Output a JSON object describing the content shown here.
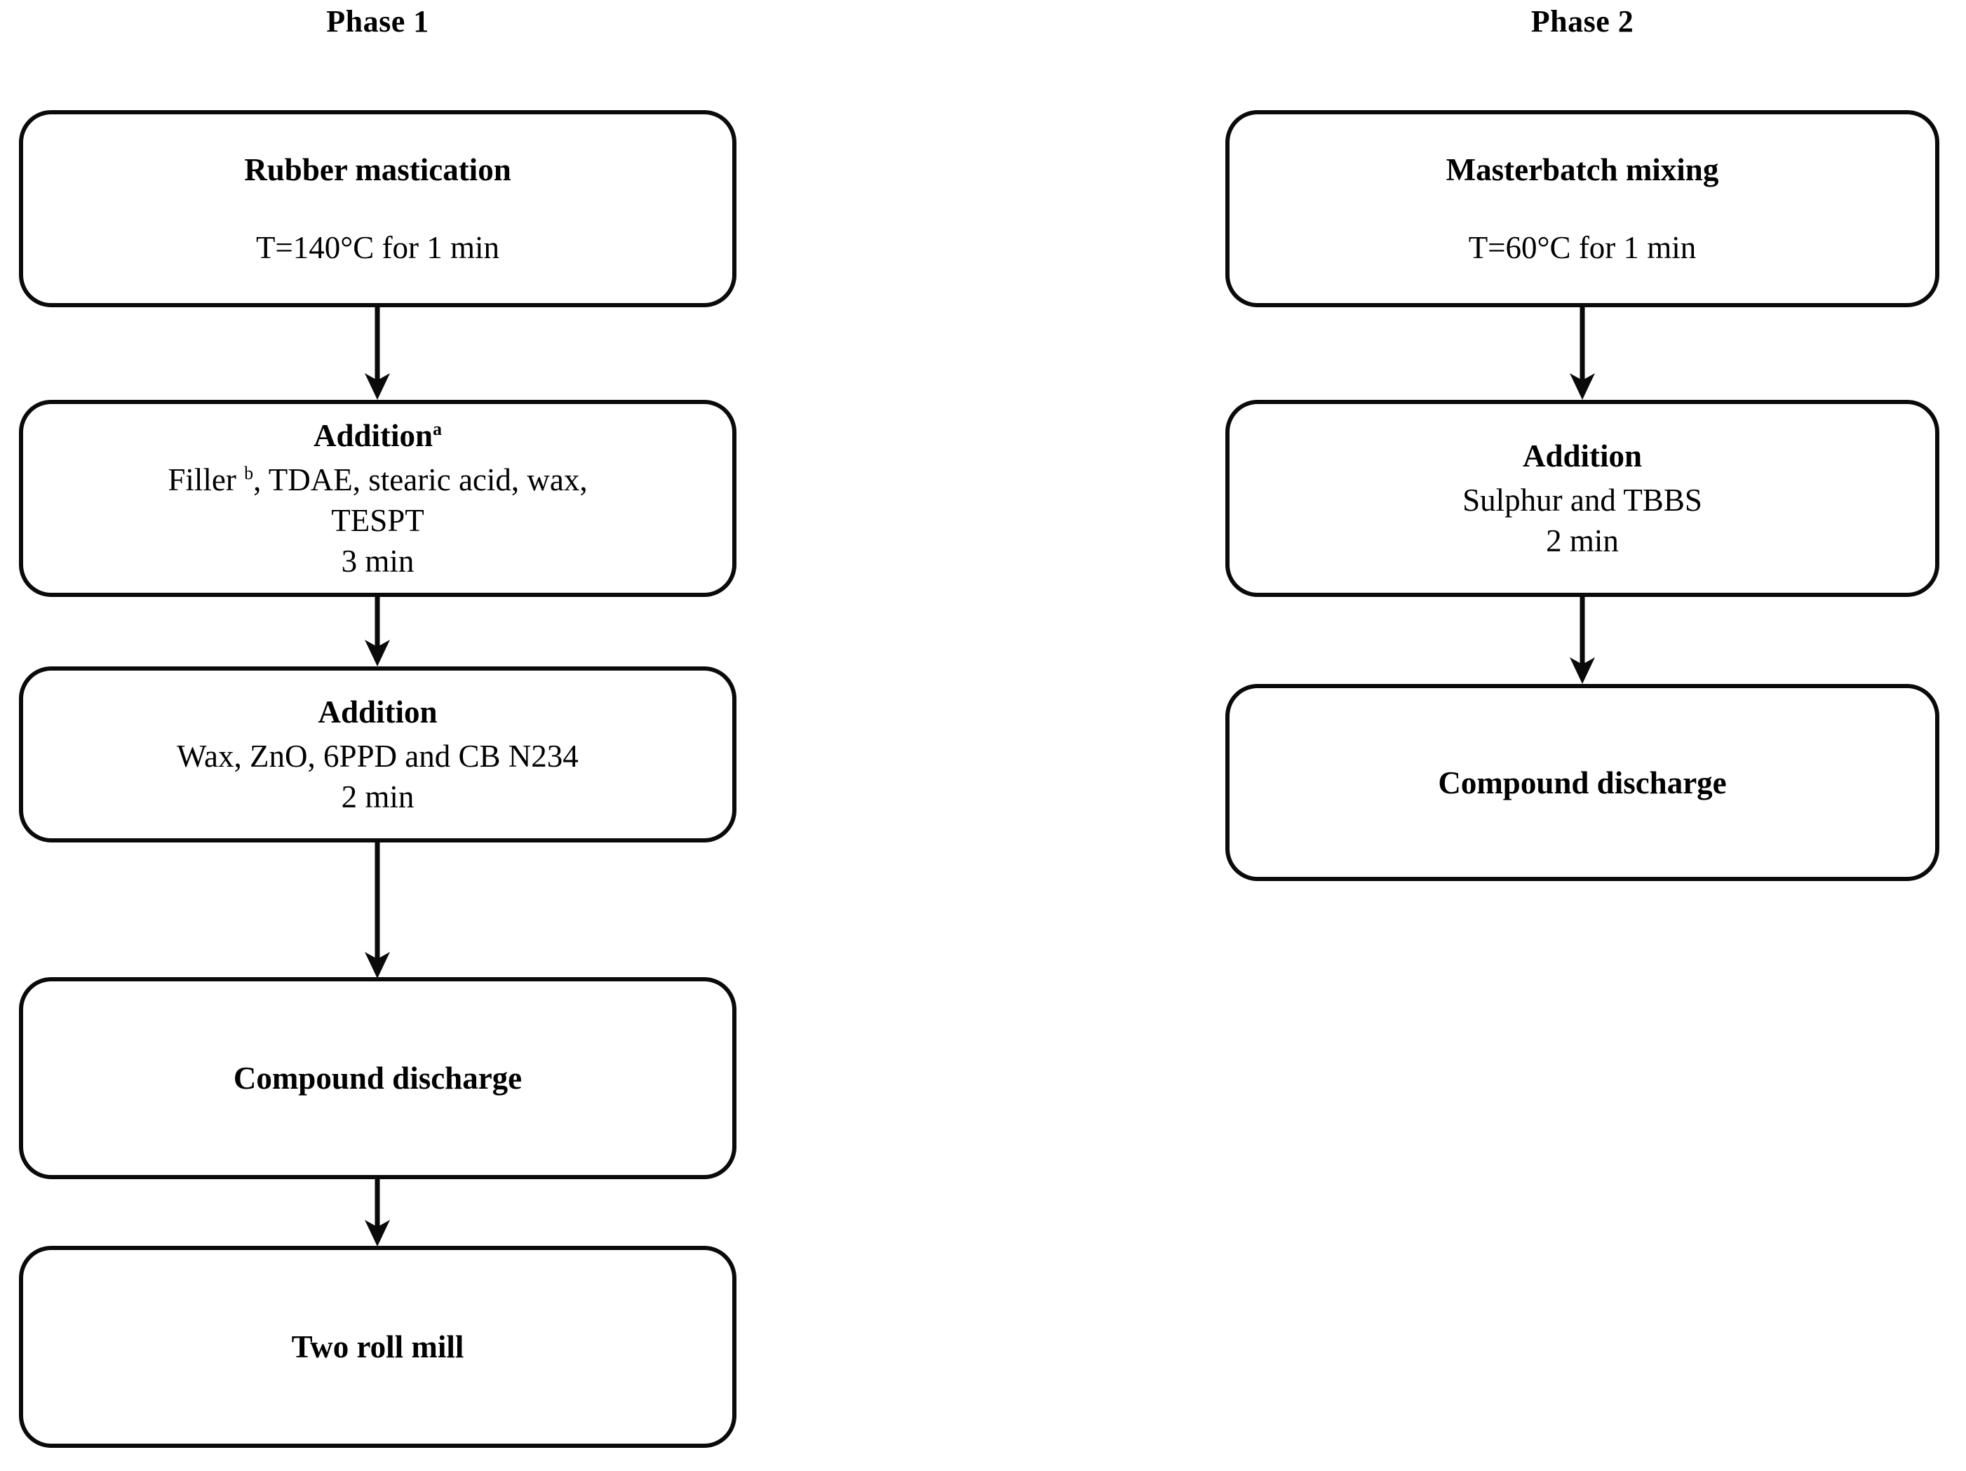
{
  "figure": {
    "type": "flowchart",
    "orientation": "two-column-vertical",
    "background_color": "#ffffff",
    "stroke_color": "#0a0a0a"
  },
  "columns": [
    {
      "id": "phase-1",
      "title": "Phase 1",
      "nodes": [
        {
          "id": "rubber-mastication",
          "title": "Rubber mastication",
          "title_sup": "",
          "lines": [
            "T=140°C for 1 min"
          ],
          "line_sups": [
            ""
          ]
        },
        {
          "id": "addition-filler",
          "title": "Addition",
          "title_sup": "a",
          "lines": [
            "Filler ",
            "TESPT",
            "3 min"
          ],
          "line_sups": [
            "b",
            "",
            ""
          ],
          "line_tails": [
            ", TDAE, stearic acid, wax,",
            "",
            ""
          ]
        },
        {
          "id": "addition-wax-zno",
          "title": "Addition",
          "title_sup": "",
          "lines": [
            "Wax, ZnO, 6PPD and CB N234",
            "2 min"
          ],
          "line_sups": [
            "",
            ""
          ]
        },
        {
          "id": "compound-discharge-1",
          "title": "Compound discharge",
          "title_sup": "",
          "lines": [],
          "line_sups": []
        },
        {
          "id": "two-roll-mill",
          "title": "Two roll mill",
          "title_sup": "",
          "lines": [],
          "line_sups": []
        }
      ]
    },
    {
      "id": "phase-2",
      "title": "Phase 2",
      "nodes": [
        {
          "id": "masterbatch-mixing",
          "title": "Masterbatch mixing",
          "title_sup": "",
          "lines": [
            "T=60°C for 1 min"
          ],
          "line_sups": [
            ""
          ]
        },
        {
          "id": "addition-sulphur-tbbs",
          "title": "Addition",
          "title_sup": "",
          "lines": [
            "Sulphur and TBBS",
            "2 min"
          ],
          "line_sups": [
            "",
            ""
          ]
        },
        {
          "id": "compound-discharge-2",
          "title": "Compound discharge",
          "title_sup": "",
          "lines": [],
          "line_sups": []
        }
      ]
    }
  ],
  "connectors": [
    {
      "id": "p1-arrow-1",
      "from": "rubber-mastication",
      "to": "addition-filler"
    },
    {
      "id": "p1-arrow-2",
      "from": "addition-filler",
      "to": "addition-wax-zno"
    },
    {
      "id": "p1-arrow-3",
      "from": "addition-wax-zno",
      "to": "compound-discharge-1"
    },
    {
      "id": "p1-arrow-4",
      "from": "compound-discharge-1",
      "to": "two-roll-mill"
    },
    {
      "id": "p2-arrow-1",
      "from": "masterbatch-mixing",
      "to": "addition-sulphur-tbbs"
    },
    {
      "id": "p2-arrow-2",
      "from": "addition-sulphur-tbbs",
      "to": "compound-discharge-2"
    }
  ]
}
